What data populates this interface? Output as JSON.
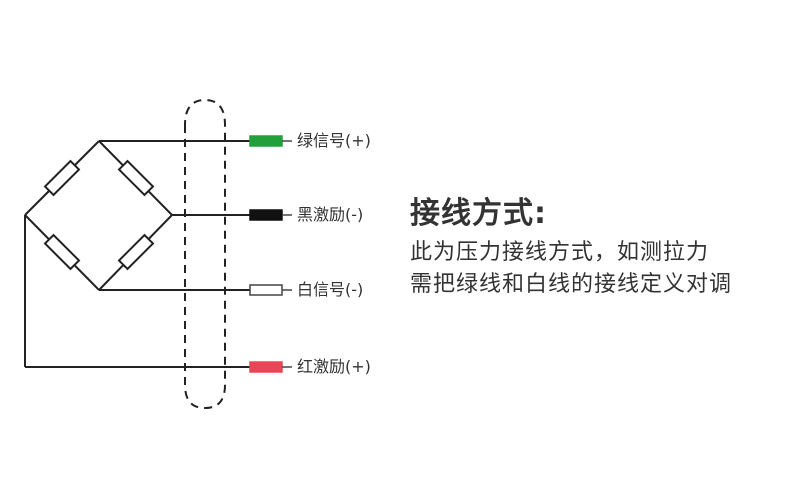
{
  "diagram": {
    "title": "接线方式:",
    "description_lines": [
      "此为压力接线方式，如测拉力",
      "需把绿线和白线的接线定义对调"
    ],
    "wires": [
      {
        "label": "绿信号(+)",
        "color": "#22a03c"
      },
      {
        "label": "黑激励(-)",
        "color": "#111111"
      },
      {
        "label": "白信号(-)",
        "color": "#ffffff"
      },
      {
        "label": "红激励(+)",
        "color": "#e84657"
      }
    ],
    "components": {
      "bridge": "wheatstone-bridge-4-resistors",
      "shield": "dashed-cable-shield"
    }
  }
}
